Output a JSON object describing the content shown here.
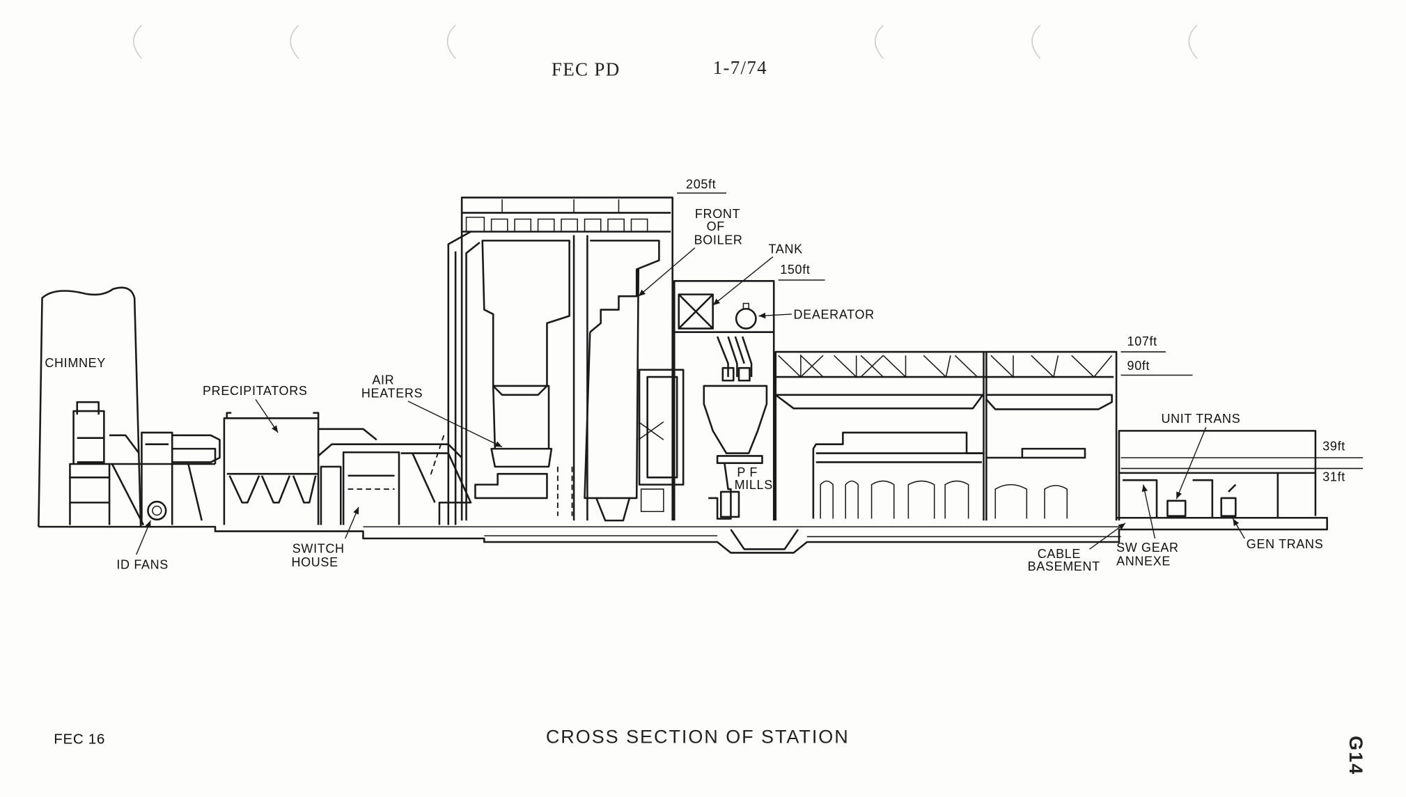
{
  "header": {
    "code": "FEC PD",
    "issue": "1-7/74"
  },
  "title": "CROSS SECTION OF STATION",
  "footer": {
    "left": "FEC 16",
    "right": "G14"
  },
  "levels": {
    "l205": "205ft",
    "l150": "150ft",
    "l107": "107ft",
    "l90": "90ft",
    "l39": "39ft",
    "l31": "31ft"
  },
  "labels": {
    "chimney": "CHIMNEY",
    "precipitators": "PRECIPITATORS",
    "air_heaters": [
      "AIR",
      "HEATERS"
    ],
    "front_of_boiler": [
      "FRONT",
      "OF",
      "BOILER"
    ],
    "tank": "TANK",
    "deaerator": "DEAERATOR",
    "pf_mills": [
      "P F",
      "MILLS"
    ],
    "unit_trans": "UNIT TRANS",
    "id_fans": "ID FANS",
    "switch_house": [
      "SWITCH",
      "HOUSE"
    ],
    "cable_basement": [
      "CABLE",
      "BASEMENT"
    ],
    "sw_gear_annexe": [
      "SW GEAR",
      "ANNEXE"
    ],
    "gen_trans": "GEN TRANS"
  }
}
